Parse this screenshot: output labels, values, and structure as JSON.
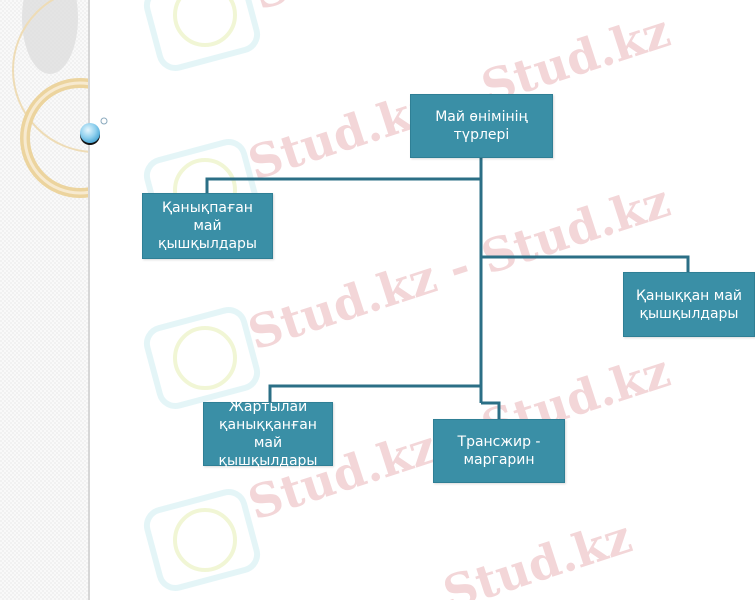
{
  "diagram": {
    "type": "hierarchy",
    "root": {
      "id": "root",
      "label": "Май өнімінің\nтүрлері"
    },
    "children": [
      {
        "id": "unsaturated",
        "label": "Қанықпаған  май\nқышқылдары"
      },
      {
        "id": "saturated",
        "label": "Қаныққан май\nқышқылдары"
      },
      {
        "id": "partially_saturated",
        "label": "Жартылай\nқаныққанған май\nқышқылдары"
      },
      {
        "id": "trans_fat",
        "label": "Трансжир -\nмаргарин"
      }
    ],
    "edges": [
      {
        "from": "root",
        "to": "unsaturated"
      },
      {
        "from": "root",
        "to": "saturated"
      },
      {
        "from": "root",
        "to": "partially_saturated"
      },
      {
        "from": "root",
        "to": "trans_fat"
      }
    ]
  },
  "watermark": {
    "text": "Stud.kz - Stud.kz",
    "short_text": "Stud.kz"
  },
  "colors": {
    "node_fill": "#3a8fa6",
    "node_text": "#ffffff",
    "connector": "#2b6f86",
    "watermark_text": "#f3d6d8",
    "strip_bg": "#f1f1f1",
    "ring": "#e9cf9a",
    "bubble": "#7fc6e8"
  }
}
